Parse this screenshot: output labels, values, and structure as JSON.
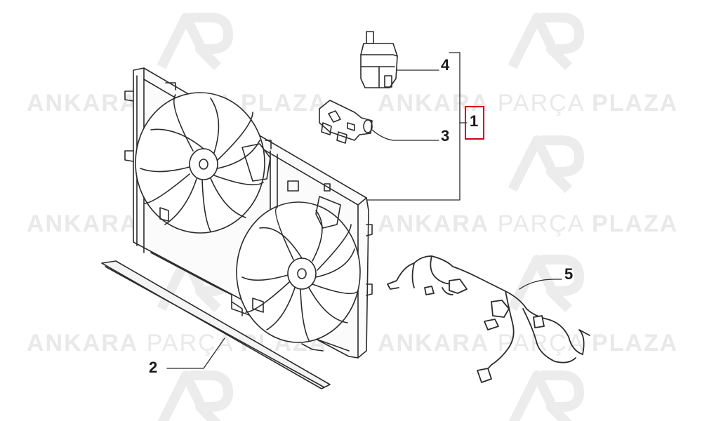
{
  "watermark": {
    "word1": "ANKARA",
    "word2": "PARÇA",
    "word3": "PLAZA",
    "logo_letters": "AP"
  },
  "callouts": [
    "1",
    "2",
    "3",
    "4",
    "5"
  ],
  "colors": {
    "highlight_box": "#d0021b",
    "line_art": "#2b2b2b",
    "watermark": "#e9e9e9"
  }
}
